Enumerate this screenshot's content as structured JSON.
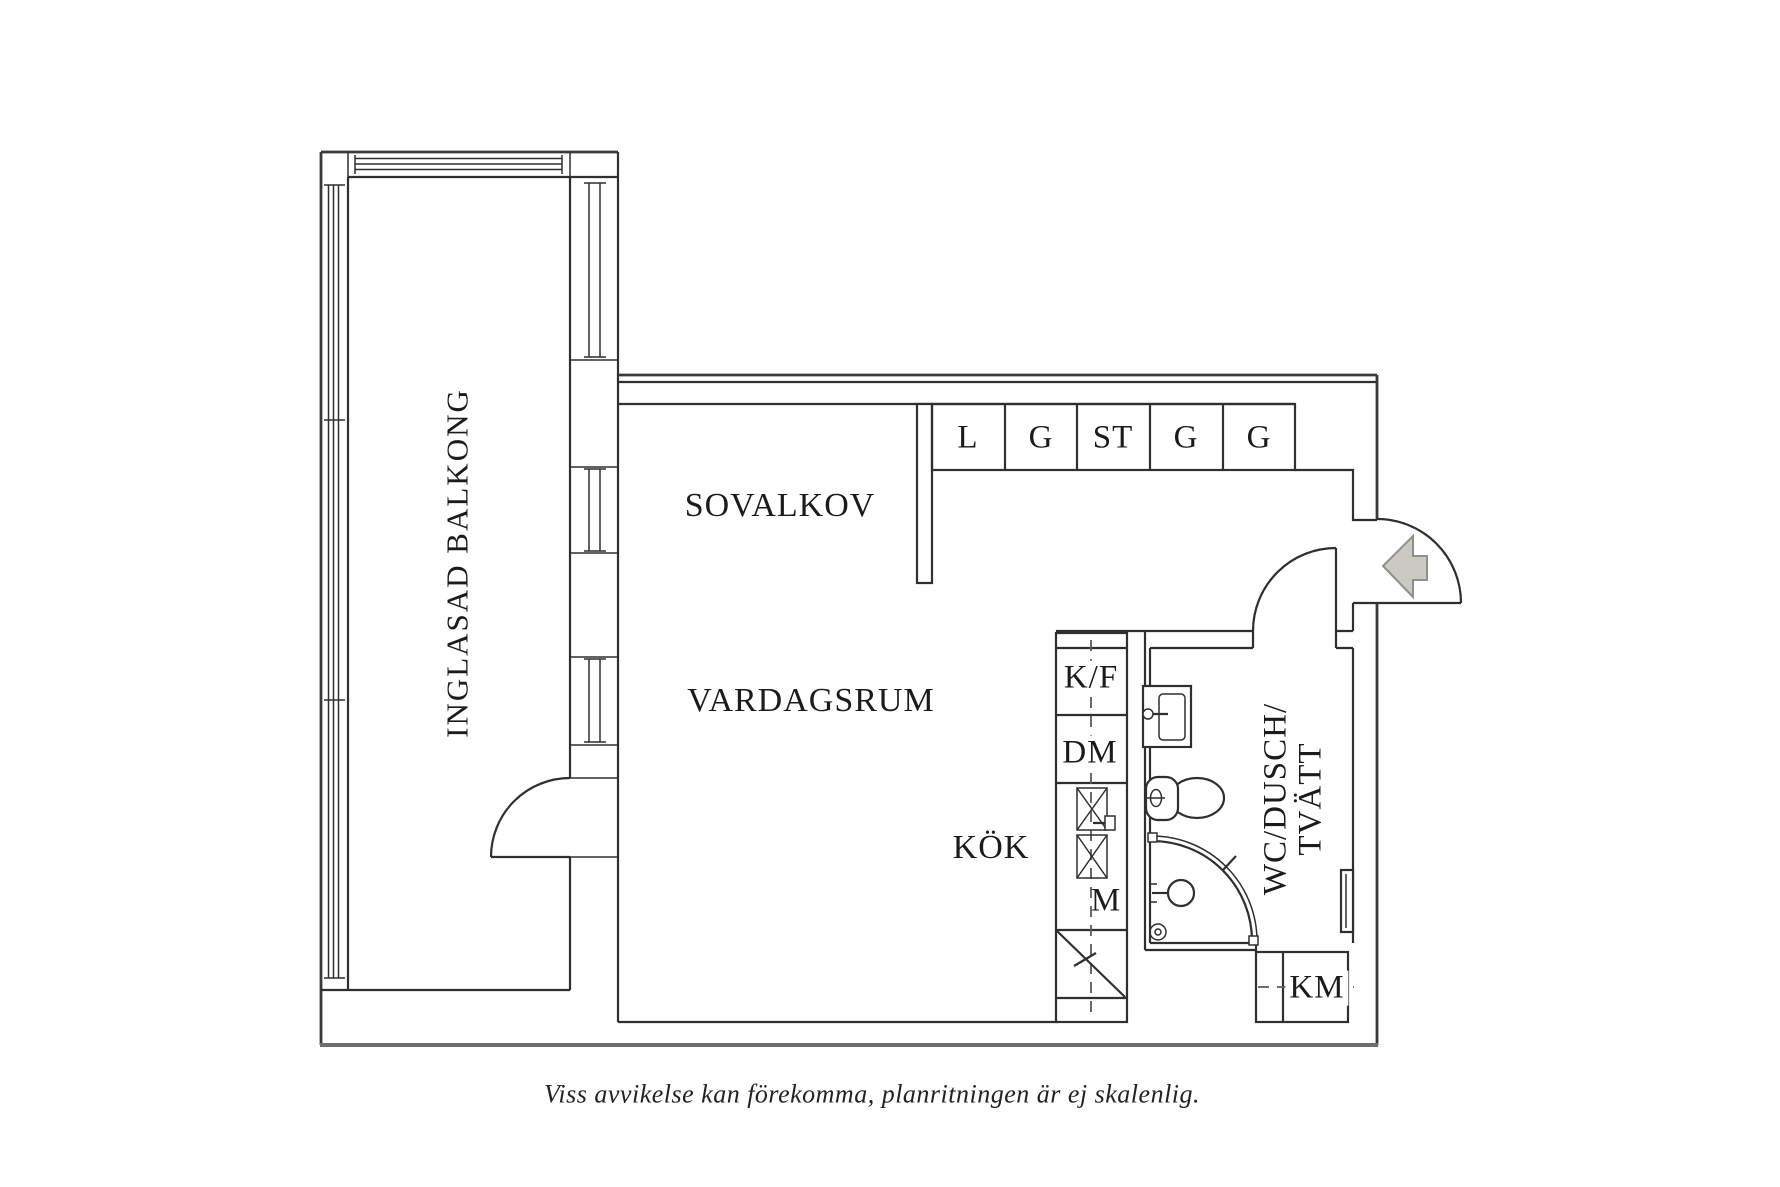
{
  "rooms": {
    "balcony": "INGLASAD BALKONG",
    "sleeping_alcove": "SOVALKOV",
    "living_room": "VARDAGSRUM",
    "kitchen": "KÖK",
    "bathroom": {
      "line1": "WC/DUSCH/",
      "line2": "TVÄTT"
    }
  },
  "closets": {
    "labels": [
      "L",
      "G",
      "ST",
      "G",
      "G"
    ]
  },
  "kitchen_units": {
    "fridge_freezer": "K/F",
    "dishwasher": "DM",
    "micro": "M"
  },
  "laundry": {
    "washing_machine": "KM"
  },
  "footer": {
    "caption": "Viss avvikelse kan förekomma, planritningen är ej skalenlig."
  },
  "colors": {
    "line": "#2f2f2f",
    "outer_wall": "#6e6e6e",
    "arrow_fill": "#cac9c4",
    "arrow_stroke": "#8f8f8a",
    "background": "#ffffff",
    "text": "#1b1b1b"
  }
}
